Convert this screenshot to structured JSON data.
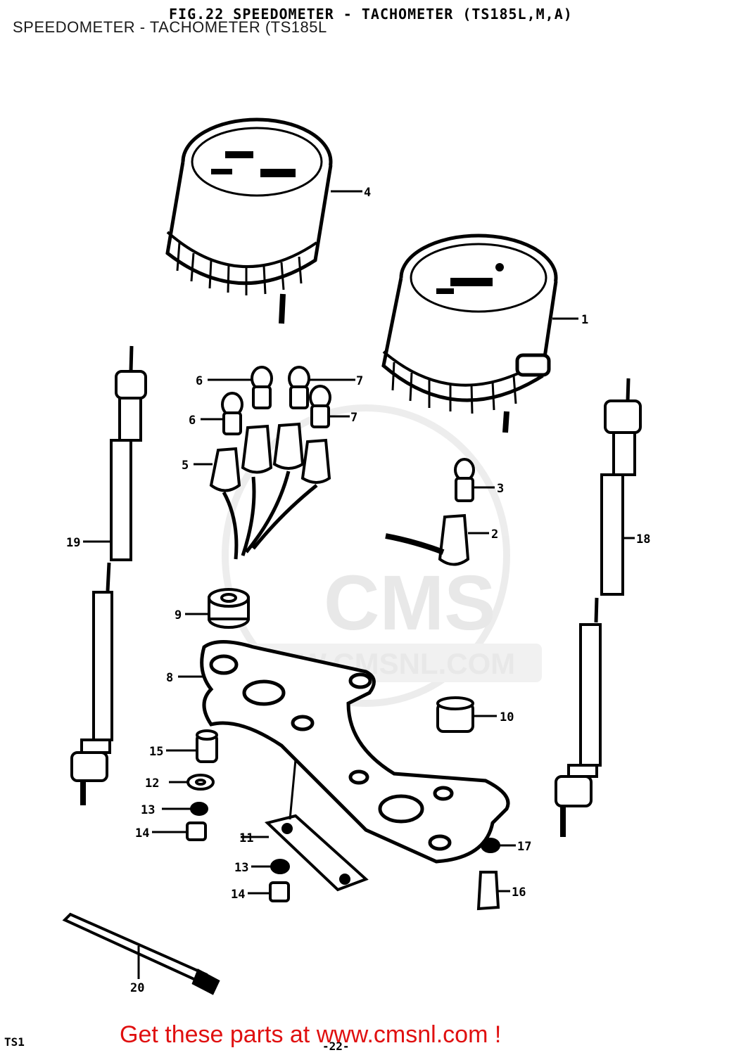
{
  "header": {
    "page_title": "SPEEDOMETER - TACHOMETER (TS185L",
    "figure_title": "FIG.22 SPEEDOMETER - TACHOMETER (TS185L,M,A)"
  },
  "watermark": {
    "brand": "CMS",
    "url": "WWW.CMSNL.COM"
  },
  "callouts": {
    "c1": "1",
    "c2": "2",
    "c3": "3",
    "c4": "4",
    "c5": "5",
    "c6a": "6",
    "c6b": "6",
    "c7a": "7",
    "c7b": "7",
    "c8": "8",
    "c9": "9",
    "c10": "10",
    "c11": "11",
    "c12": "12",
    "c13a": "13",
    "c13b": "13",
    "c14a": "14",
    "c14b": "14",
    "c15": "15",
    "c16": "16",
    "c17": "17",
    "c18": "18",
    "c19": "19",
    "c20": "20"
  },
  "footer": {
    "cta": "Get these parts at www.cmsnl.com !",
    "page_number": "-22-",
    "code": "TS1"
  }
}
